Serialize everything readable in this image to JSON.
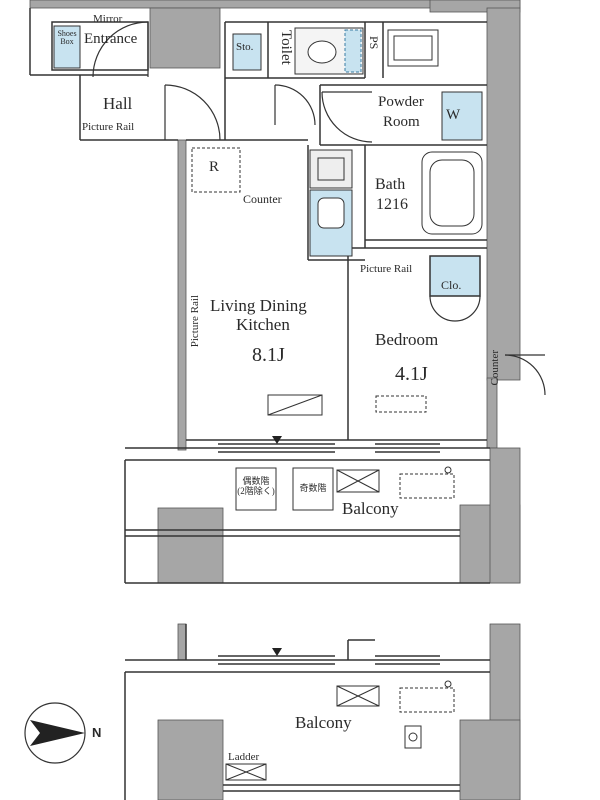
{
  "rooms": {
    "shoes_box": "Shoes\nBox",
    "mirror": "Mirror",
    "entrance": "Entrance",
    "hall": "Hall",
    "hall_picture_rail": "Picture Rail",
    "storage": "Sto.",
    "toilet": "Toilet",
    "ps": "PS",
    "powder_room_line1": "Powder",
    "powder_room_line2": "Room",
    "washer": "W",
    "refrigerator": "R",
    "counter_kitchen": "Counter",
    "bath": "Bath",
    "bath_size": "1216",
    "ldk_line1": "Living Dining",
    "ldk_line2": "Kitchen",
    "ldk_area": "8.1J",
    "ldk_picture_rail": "Picture Rail",
    "bedroom_picture_rail": "Picture Rail",
    "closet": "Clo.",
    "bedroom": "Bedroom",
    "bedroom_area": "4.1J",
    "counter_side": "Counter",
    "balcony_upper": "Balcony",
    "even_floor_note": "偶数階\n(2階除く)",
    "odd_floor_note": "奇数階",
    "balcony_lower": "Balcony",
    "ladder": "Ladder",
    "compass_north": "N"
  },
  "colors": {
    "wall": "#a8a8a8",
    "wall_dark": "#8f8f8f",
    "line": "#333333",
    "fixture_blue": "#c8e3f0",
    "fixture_blue_stroke": "#3a7ca5"
  }
}
